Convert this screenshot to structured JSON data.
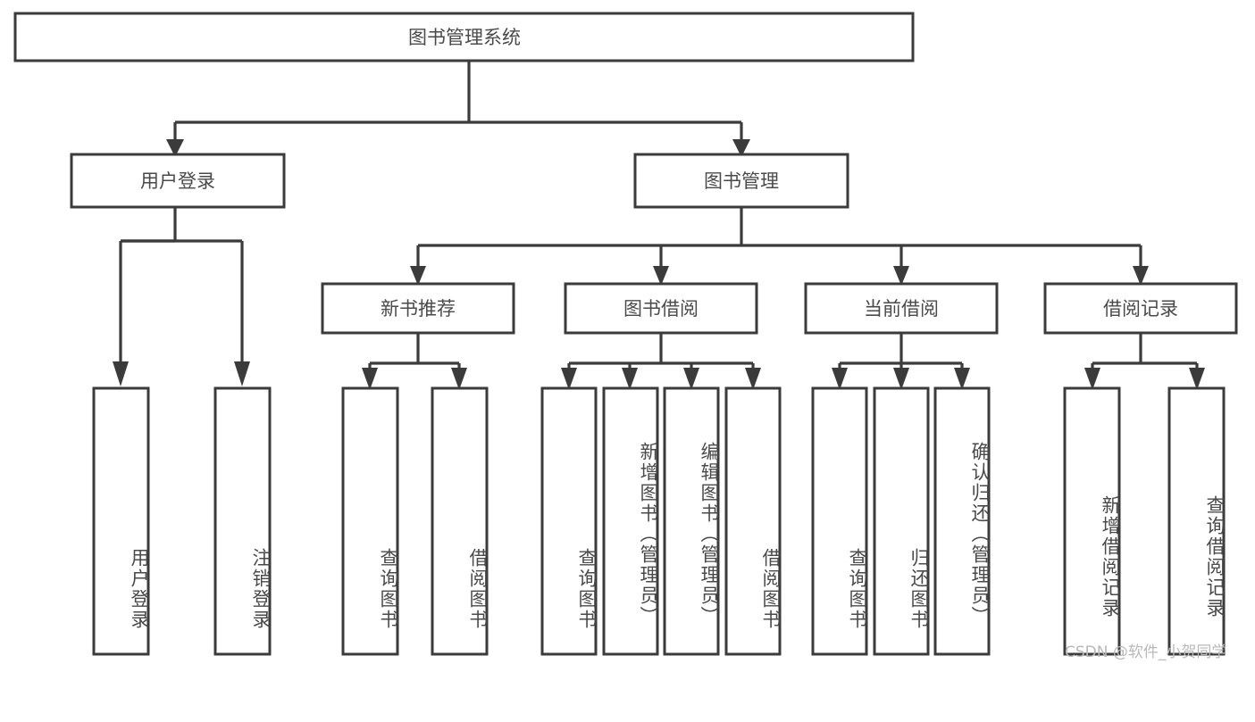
{
  "diagram": {
    "type": "tree-hierarchy-chart",
    "title": "图书管理系统",
    "background_color": "#ffffff",
    "line_color": "#3b3b3b",
    "text_color": "#4a4a4a",
    "levels": [
      {
        "level": 1,
        "nodes": [
          {
            "id": "root",
            "label": "图书管理系统",
            "orientation": "horizontal"
          }
        ]
      },
      {
        "level": 2,
        "nodes": [
          {
            "id": "login",
            "label": "用户登录",
            "orientation": "horizontal",
            "parent": "root"
          },
          {
            "id": "bookmgmt",
            "label": "图书管理",
            "orientation": "horizontal",
            "parent": "root"
          }
        ]
      },
      {
        "level": 3,
        "nodes": [
          {
            "id": "newbook",
            "label": "新书推荐",
            "orientation": "horizontal",
            "parent": "bookmgmt"
          },
          {
            "id": "borrow",
            "label": "图书借阅",
            "orientation": "horizontal",
            "parent": "bookmgmt"
          },
          {
            "id": "current",
            "label": "当前借阅",
            "orientation": "horizontal",
            "parent": "bookmgmt"
          },
          {
            "id": "records",
            "label": "借阅记录",
            "orientation": "horizontal",
            "parent": "bookmgmt"
          }
        ]
      },
      {
        "level": 4,
        "nodes": [
          {
            "id": "leaf1",
            "label": "用户登录",
            "orientation": "vertical",
            "parent": "login"
          },
          {
            "id": "leaf2",
            "label": "注销登录",
            "orientation": "vertical",
            "parent": "login"
          },
          {
            "id": "leaf3",
            "label": "查询图书",
            "orientation": "vertical",
            "parent": "newbook"
          },
          {
            "id": "leaf4",
            "label": "借阅图书",
            "orientation": "vertical",
            "parent": "newbook"
          },
          {
            "id": "leaf5",
            "label": "查询图书",
            "orientation": "vertical",
            "parent": "borrow"
          },
          {
            "id": "leaf6",
            "label": "新增图书（管理员）",
            "orientation": "vertical",
            "parent": "borrow"
          },
          {
            "id": "leaf7",
            "label": "编辑图书（管理员）",
            "orientation": "vertical",
            "parent": "borrow"
          },
          {
            "id": "leaf8",
            "label": "借阅图书",
            "orientation": "vertical",
            "parent": "borrow"
          },
          {
            "id": "leaf9",
            "label": "查询图书",
            "orientation": "vertical",
            "parent": "current"
          },
          {
            "id": "leaf10",
            "label": "归还图书",
            "orientation": "vertical",
            "parent": "current"
          },
          {
            "id": "leaf11",
            "label": "确认归还（管理员）",
            "orientation": "vertical",
            "parent": "current"
          },
          {
            "id": "leaf12",
            "label": "新增借阅记录",
            "orientation": "vertical",
            "parent": "records"
          },
          {
            "id": "leaf13",
            "label": "查询借阅记录",
            "orientation": "vertical",
            "parent": "records"
          }
        ]
      }
    ]
  },
  "nodes": {
    "root": {
      "label": "图书管理系统"
    },
    "login": {
      "label": "用户登录"
    },
    "bookmgmt": {
      "label": "图书管理"
    },
    "newbook": {
      "label": "新书推荐"
    },
    "borrow": {
      "label": "图书借阅"
    },
    "current": {
      "label": "当前借阅"
    },
    "records": {
      "label": "借阅记录"
    },
    "leaf1": {
      "label": "用户登录"
    },
    "leaf2": {
      "label": "注销登录"
    },
    "leaf3": {
      "label": "查询图书"
    },
    "leaf4": {
      "label": "借阅图书"
    },
    "leaf5": {
      "label": "查询图书"
    },
    "leaf6": {
      "label": "新增图书（管理员）"
    },
    "leaf7": {
      "label": "编辑图书（管理员）"
    },
    "leaf8": {
      "label": "借阅图书"
    },
    "leaf9": {
      "label": "查询图书"
    },
    "leaf10": {
      "label": "归还图书"
    },
    "leaf11": {
      "label": "确认归还（管理员）"
    },
    "leaf12": {
      "label": "新增借阅记录"
    },
    "leaf13": {
      "label": "查询借阅记录"
    }
  },
  "watermark": {
    "text": "CSDN @软件_小贺同学"
  }
}
